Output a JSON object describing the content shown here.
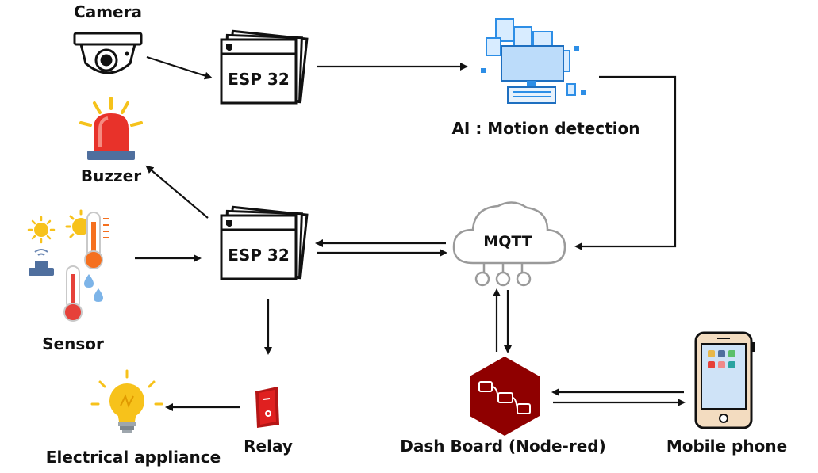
{
  "labels": {
    "camera": "Camera",
    "buzzer": "Buzzer",
    "sensor": "Sensor",
    "electrical_appliance": "Electrical appliance",
    "relay": "Relay",
    "esp_top": "ESP 32",
    "esp_mid": "ESP 32",
    "ai": "AI : Motion detection",
    "mqtt": "MQTT",
    "dashboard": "Dash Board (Node-red)",
    "mobile": "Mobile phone"
  },
  "icons": {
    "camera": "security-camera-icon",
    "buzzer": "alarm-siren-icon",
    "sensor": "temperature-sensor-icon",
    "appliance": "light-bulb-icon",
    "relay": "power-switch-icon",
    "esp": "microcontroller-board-icon",
    "ai": "computer-monitor-icon",
    "mqtt": "cloud-network-icon",
    "dashboard": "node-red-logo-icon",
    "mobile": "smartphone-icon"
  },
  "colors": {
    "line": "#111111",
    "nodered": "#8f0000",
    "siren": "#e8322a",
    "bulb": "#f7c21b",
    "thermo_red": "#e6413a",
    "thermo_orange": "#f5701f",
    "ai_blue": "#2d8ee6",
    "relay_red": "#e02020"
  }
}
